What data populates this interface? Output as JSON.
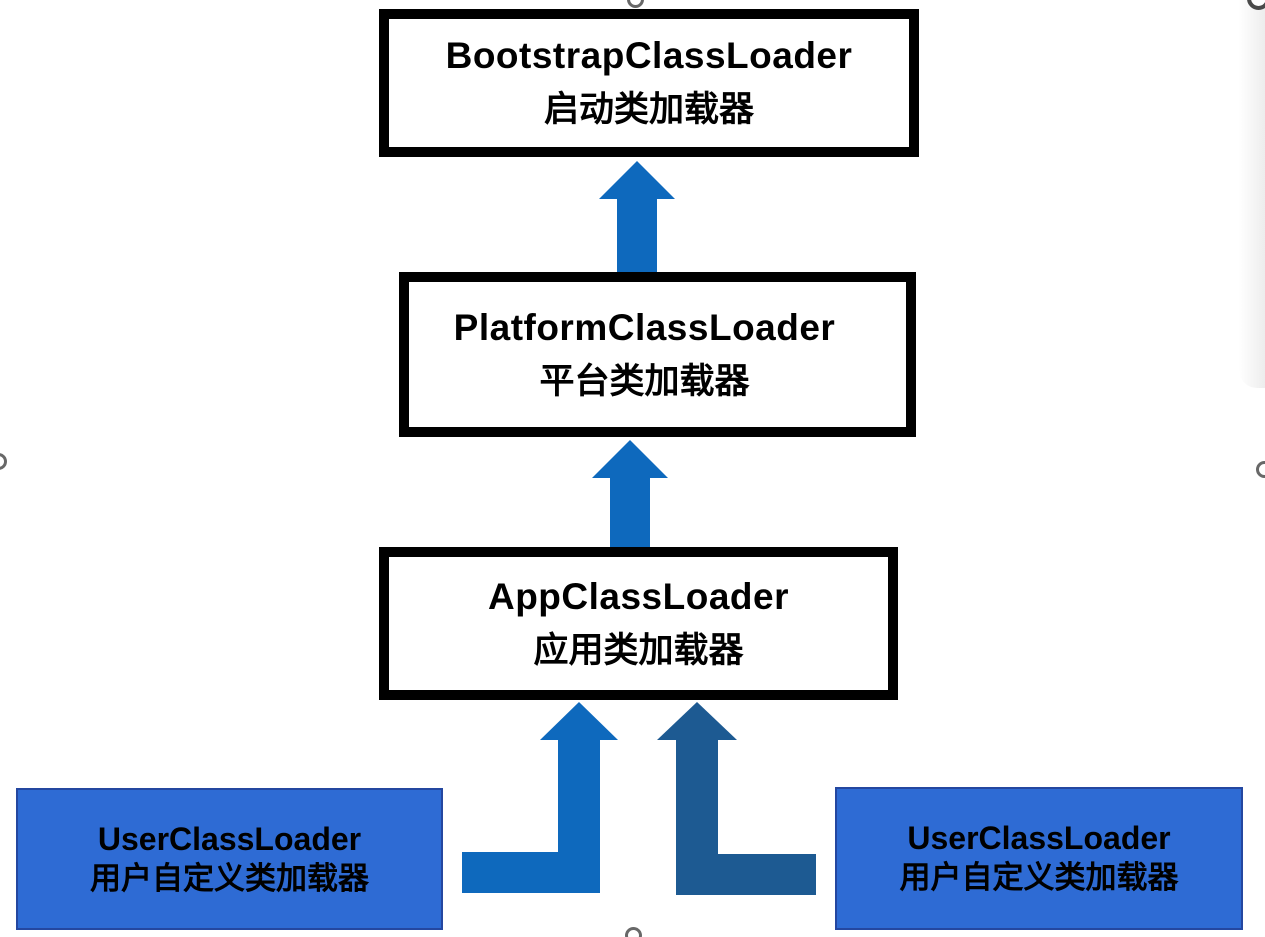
{
  "diagram": {
    "title_boxes": {
      "bootstrap": {
        "title": "BootstrapClassLoader",
        "subtitle": "启动类加载器"
      },
      "platform": {
        "title": "PlatformClassLoader",
        "subtitle": "平台类加载器"
      },
      "app": {
        "title": "AppClassLoader",
        "subtitle": "应用类加载器"
      },
      "user_left": {
        "title": "UserClassLoader",
        "subtitle": "用户自定义类加载器"
      },
      "user_right": {
        "title": "UserClassLoader",
        "subtitle": "用户自定义类加载器"
      }
    },
    "arrows": [
      {
        "name": "arrow-platform-to-bootstrap",
        "shape": "block-arrow-up",
        "color": "#0e69bd"
      },
      {
        "name": "arrow-app-to-platform",
        "shape": "block-arrow-up",
        "color": "#0e69bd"
      },
      {
        "name": "arrow-user-left-to-app",
        "shape": "elbow-block-arrow-up",
        "color": "#0e69bd"
      },
      {
        "name": "arrow-user-right-to-app",
        "shape": "elbow-block-arrow-up",
        "color": "#1d5a92"
      }
    ],
    "colors": {
      "arrow_blue": "#0e69bd",
      "arrow_dark_blue": "#1d5a92",
      "user_box_fill": "#2e6bd4",
      "user_box_border": "#2447a0",
      "outline_black": "#000000",
      "handle_ring": "#686868"
    },
    "icons": {
      "selection_handles": [
        "selection-handle-top",
        "selection-handle-left",
        "selection-handle-right",
        "selection-handle-bottom",
        "selection-handle-top-right-corner"
      ]
    }
  }
}
